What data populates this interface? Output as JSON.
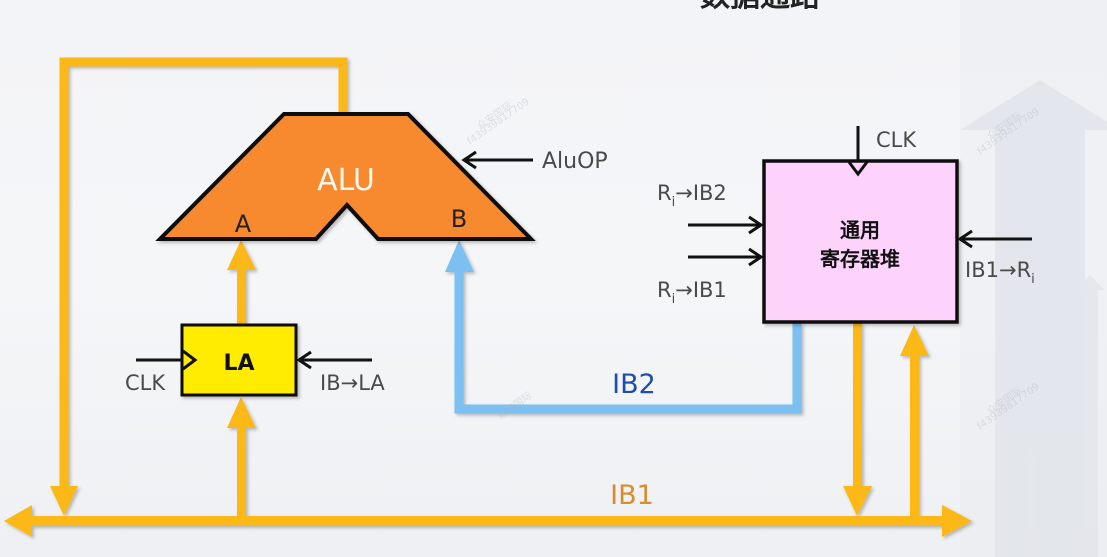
{
  "title_fragment": "数据通路",
  "alu": {
    "label": "ALU",
    "input_a": "A",
    "input_b": "B",
    "control_signal": "AluOP"
  },
  "la_register": {
    "label": "LA",
    "clock_label": "CLK",
    "control_signal": "IB→LA"
  },
  "register_file": {
    "label_line1": "通用",
    "label_line2": "寄存器堆",
    "clock_label": "CLK",
    "out_ib2_signal": {
      "base": "R",
      "sub": "i",
      "rest": "→IB2"
    },
    "out_ib1_signal": {
      "base": "R",
      "sub": "i",
      "rest": "→IB1"
    },
    "in_ib1_signal": {
      "prefix": "IB1→",
      "base": "R",
      "sub": "i"
    }
  },
  "buses": {
    "ib1": {
      "label": "IB1",
      "color": "#fcb813",
      "label_color": "#d98c2b"
    },
    "ib2": {
      "label": "IB2",
      "color": "#7cc0f2",
      "label_color": "#1f4fa8"
    }
  },
  "colors": {
    "alu_fill": "#f78a2f",
    "la_fill": "#ffec00",
    "regfile_fill": "#fdd3fc",
    "outline": "#111111"
  },
  "watermark": {
    "line1": "众安国际",
    "line2": "f43939a17709"
  }
}
